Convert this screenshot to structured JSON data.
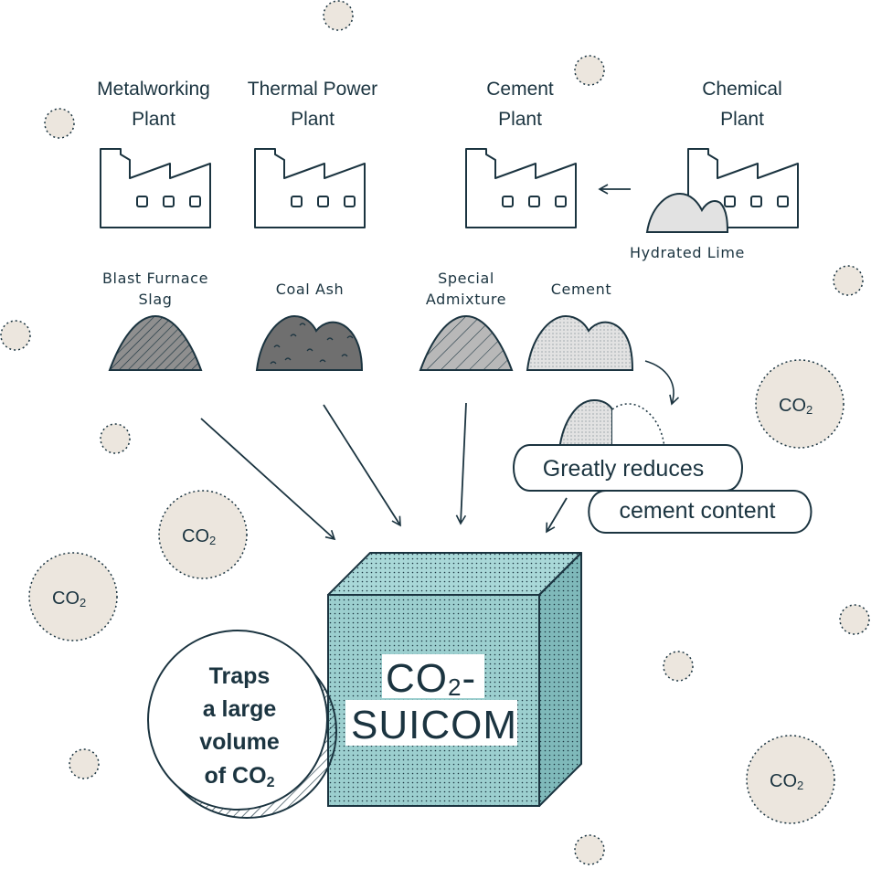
{
  "plants": [
    {
      "line1": "Metalworking",
      "line2": "Plant"
    },
    {
      "line1": "Thermal Power",
      "line2": "Plant"
    },
    {
      "line1": "Cement",
      "line2": "Plant"
    },
    {
      "line1": "Chemical",
      "line2": "Plant"
    }
  ],
  "byproduct": "Hydrated Lime",
  "materials": [
    {
      "line1": "Blast Furnace",
      "line2": "Slag"
    },
    {
      "line1": "Coal Ash",
      "line2": ""
    },
    {
      "line1": "Special",
      "line2": "Admixture"
    },
    {
      "line1": "Cement",
      "line2": ""
    }
  ],
  "callout": {
    "line1": "Greatly reduces",
    "line2": "cement content"
  },
  "co2_label": "CO",
  "co2_sub": "2",
  "product": {
    "line1": "CO",
    "line1_sub": "2",
    "line1_suffix": "-",
    "line2": "SUICOM"
  },
  "trap": {
    "line1": "Traps",
    "line2": "a large",
    "line3": "volume",
    "line4": "of CO",
    "line4_sub": "2"
  },
  "colors": {
    "ink": "#1b3440",
    "co2_fill": "#ece6de",
    "block_fill": "#9ccfcf",
    "pile_light": "#e2e2e2",
    "pile_dark": "#6f6f6f"
  }
}
